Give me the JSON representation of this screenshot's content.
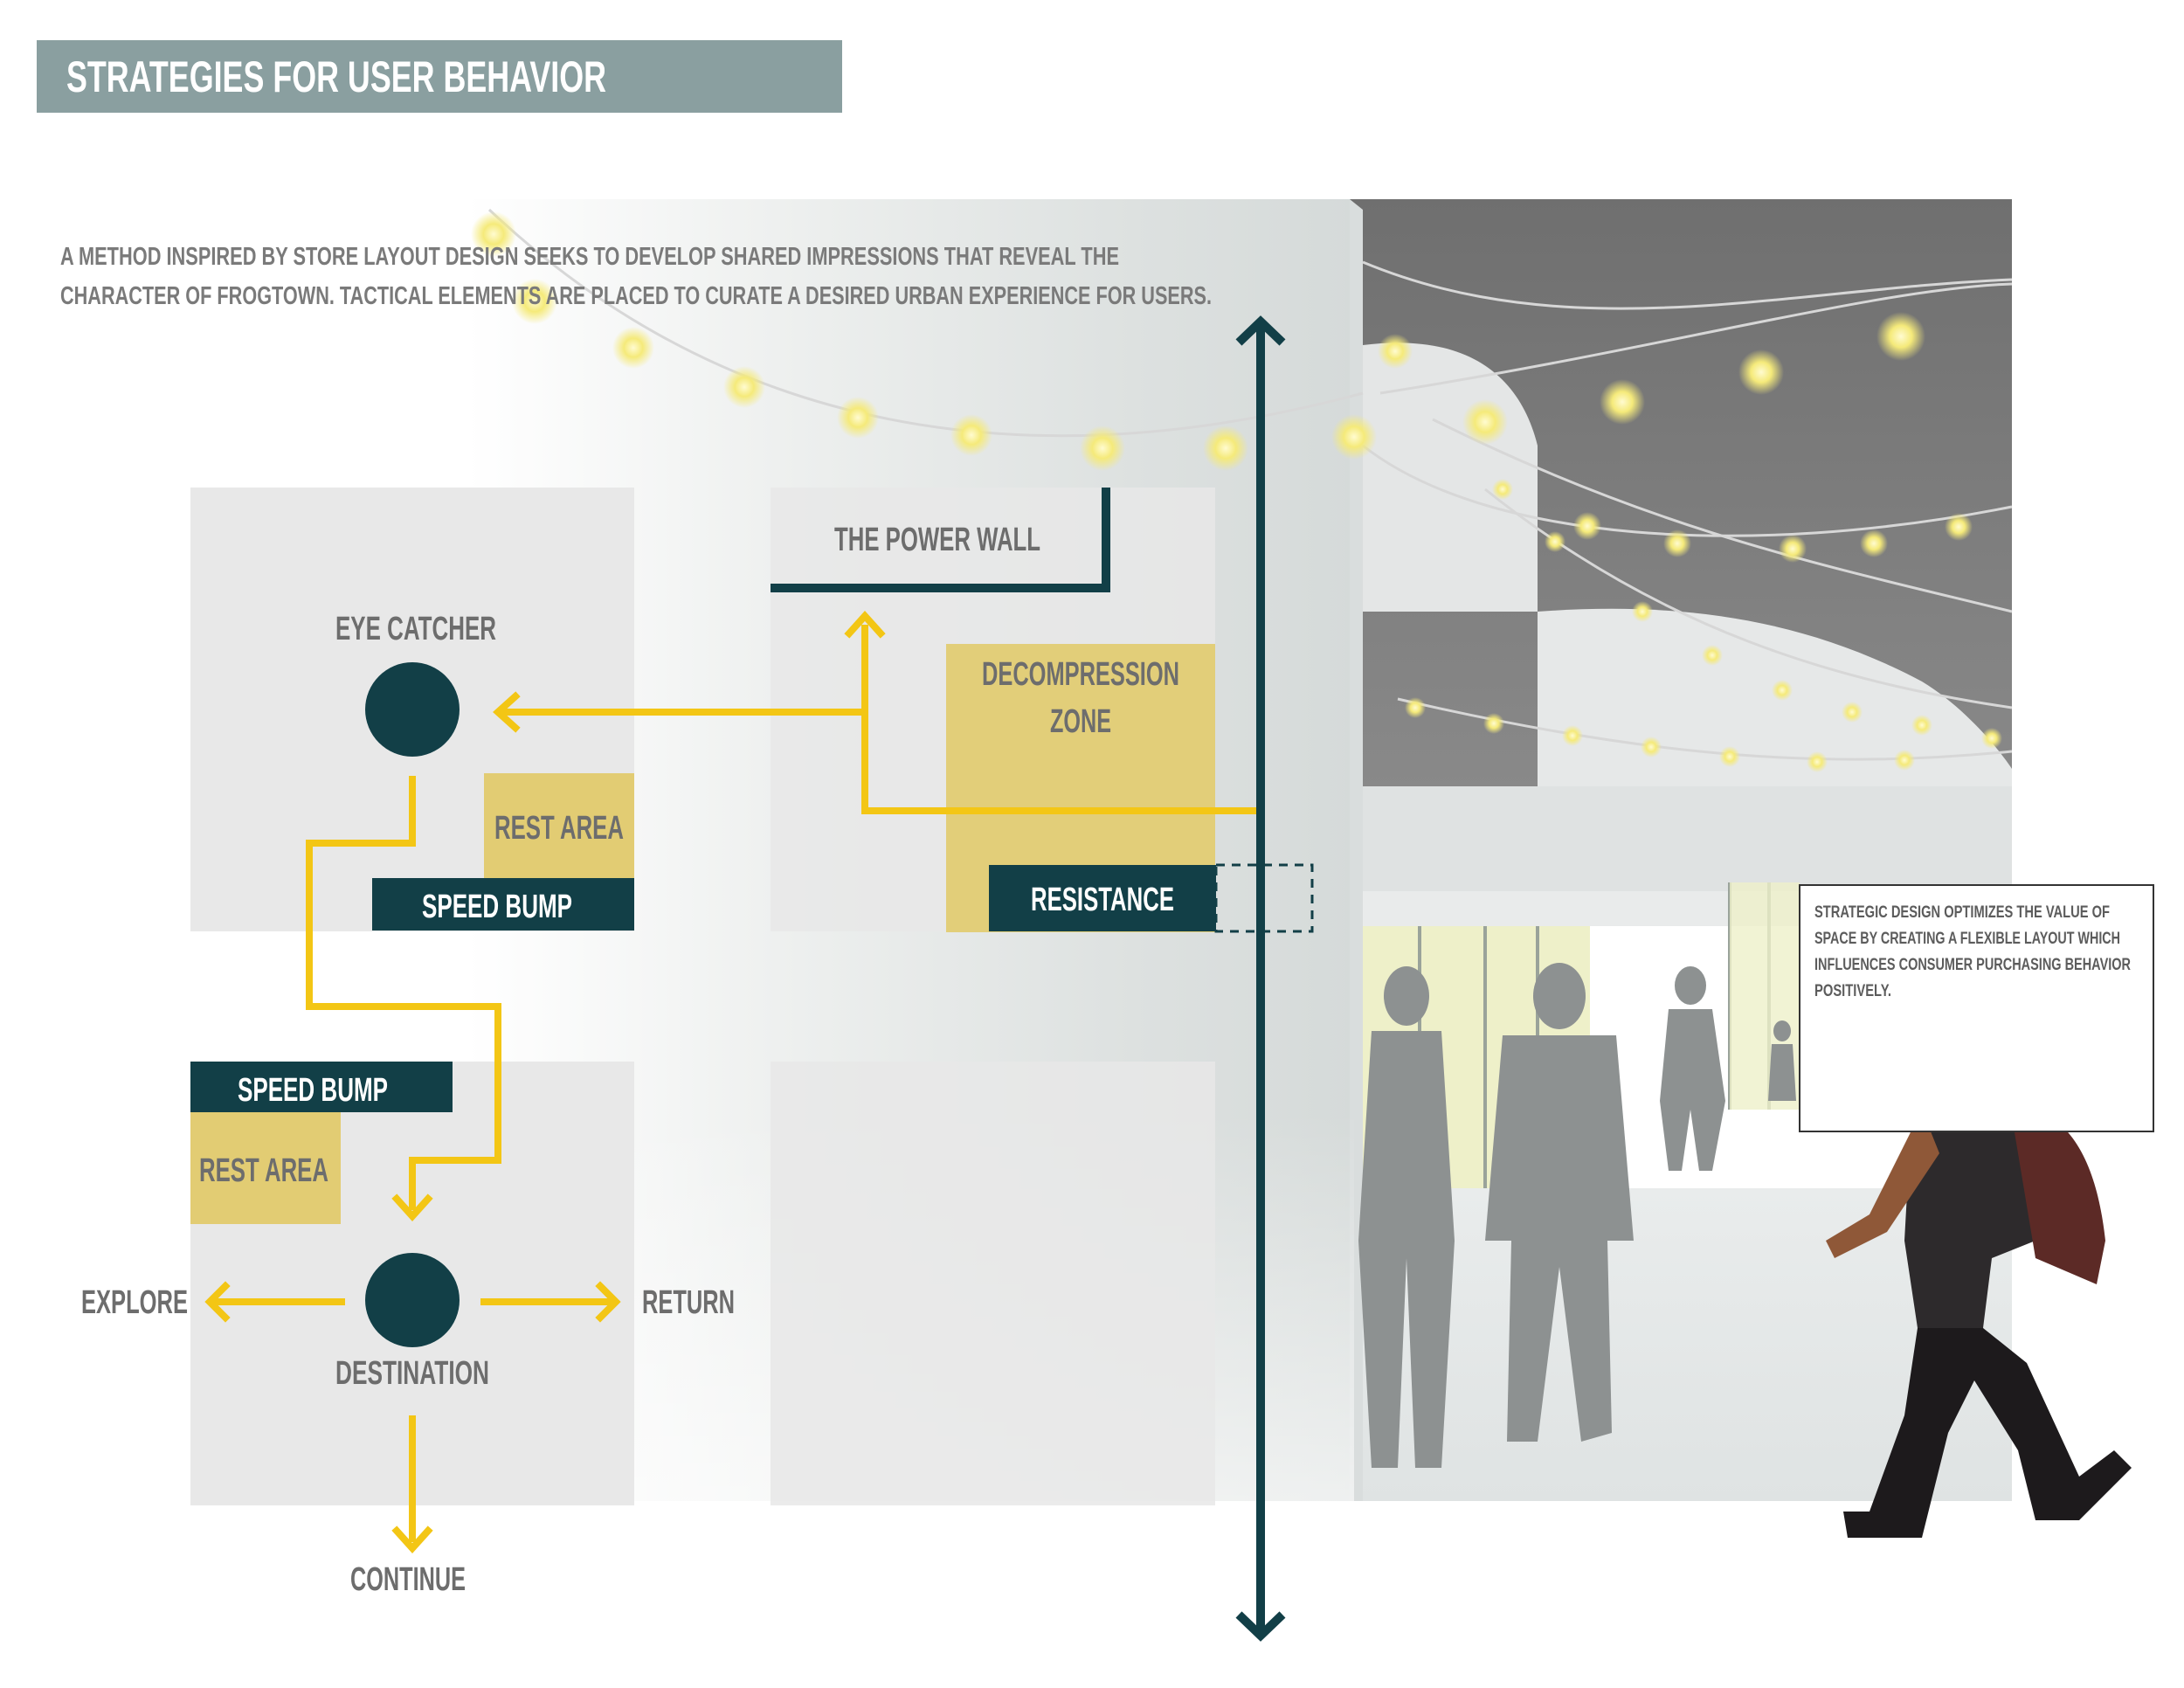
{
  "header": {
    "title": "STRATEGIES FOR USER BEHAVIOR"
  },
  "intro": {
    "line1": "A METHOD INSPIRED BY STORE LAYOUT DESIGN SEEKS TO DEVELOP SHARED IMPRESSIONS THAT REVEAL THE",
    "line2": "CHARACTER OF FROGTOWN.  TACTICAL ELEMENTS ARE PLACED TO CURATE A DESIRED URBAN EXPERIENCE FOR USERS."
  },
  "diagram": {
    "power_wall": "THE POWER WALL",
    "decompression_line1": "DECOMPRESSION",
    "decompression_line2": "ZONE",
    "resistance": "RESISTANCE",
    "eye_catcher": "EYE CATCHER",
    "rest_area_top": "REST AREA",
    "speed_bump_top": "SPEED BUMP",
    "speed_bump_bottom": "SPEED BUMP",
    "rest_area_bottom": "REST AREA",
    "explore": "EXPLORE",
    "return": "RETURN",
    "destination": "DESTINATION",
    "continue": "CONTINUE"
  },
  "callout": {
    "line1": "STRATEGIC DESIGN  OPTIMIZES THE VALUE OF",
    "line2": "SPACE BY CREATING A FLEXIBLE LAYOUT WHICH",
    "line3": "INFLUENCES CONSUMER PURCHASING BEHAVIOR",
    "line4": "POSITIVELY."
  },
  "colors": {
    "title_band": "#8a9fa0",
    "dark_teal": "#123f47",
    "yellow_path": "#f3c615",
    "zone_yellow": "#e2cc73",
    "block_gray": "#e7e7e7",
    "text_gray": "#6d6d6d"
  }
}
